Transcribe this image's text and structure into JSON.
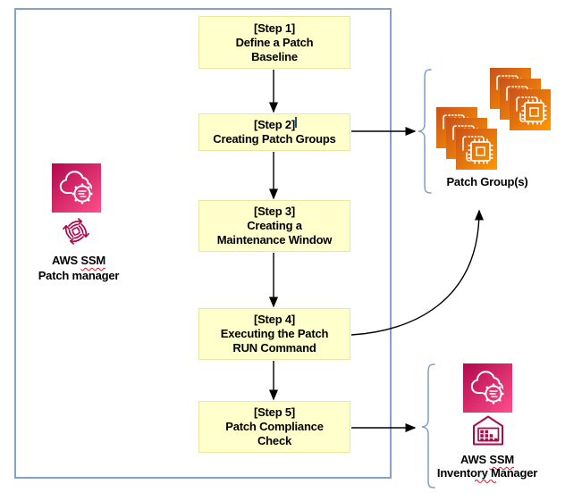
{
  "flow": {
    "steps": [
      {
        "lines": [
          "[Step 1]",
          "Define a Patch",
          "Baseline"
        ]
      },
      {
        "lines": [
          "[Step 2]",
          "Creating Patch Groups"
        ]
      },
      {
        "lines": [
          "[Step 3]",
          "Creating a",
          "Maintenance Window"
        ]
      },
      {
        "lines": [
          "[Step 4]",
          "Executing the Patch",
          "RUN Command"
        ]
      },
      {
        "lines": [
          "[Step 5]",
          "Patch Compliance",
          "Check"
        ]
      }
    ]
  },
  "left_service": {
    "line1_prefix": "AWS ",
    "line1_misspelled": "SSM",
    "line2": "Patch manager",
    "icon": "aws-systems-manager-icon",
    "sub_icon": "ssm-arrows-diamond-icon"
  },
  "patch_groups": {
    "label": "Patch Group(s)",
    "icon": "ec2-instances-stack-icon"
  },
  "inventory_service": {
    "line1_prefix": "AWS ",
    "line1_misspelled": "SSM",
    "line2": "Inventory Manager",
    "icon": "aws-systems-manager-icon",
    "sub_icon": "ssm-inventory-icon"
  },
  "colors": {
    "container_border": "#84A1C7",
    "brace": "#7E9CC9",
    "step_fill": "#FFFFCC",
    "step_border": "#E8E8A0",
    "arrow": "#000000",
    "aws_pink_dark": "#B0084D",
    "aws_pink_light": "#FF4F8B",
    "aws_orange_dark": "#C8511B",
    "aws_orange_light": "#FF9900",
    "spellcheck_red": "#E81123",
    "caret_blue": "#1F4E79"
  }
}
